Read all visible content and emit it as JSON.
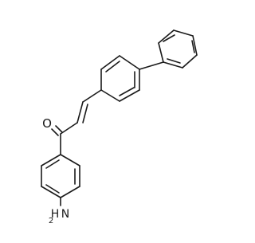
{
  "diagram": {
    "type": "skeletal-chemical-structure",
    "background": "#ffffff",
    "bond_color": "#1a1a1a",
    "atoms": {
      "oxygen": {
        "symbol": "O",
        "color": "#1a1a1a"
      },
      "amine": {
        "symbol": "N",
        "subscript_text": "2",
        "prefix": "H",
        "color": "#1a1a1a"
      }
    }
  }
}
